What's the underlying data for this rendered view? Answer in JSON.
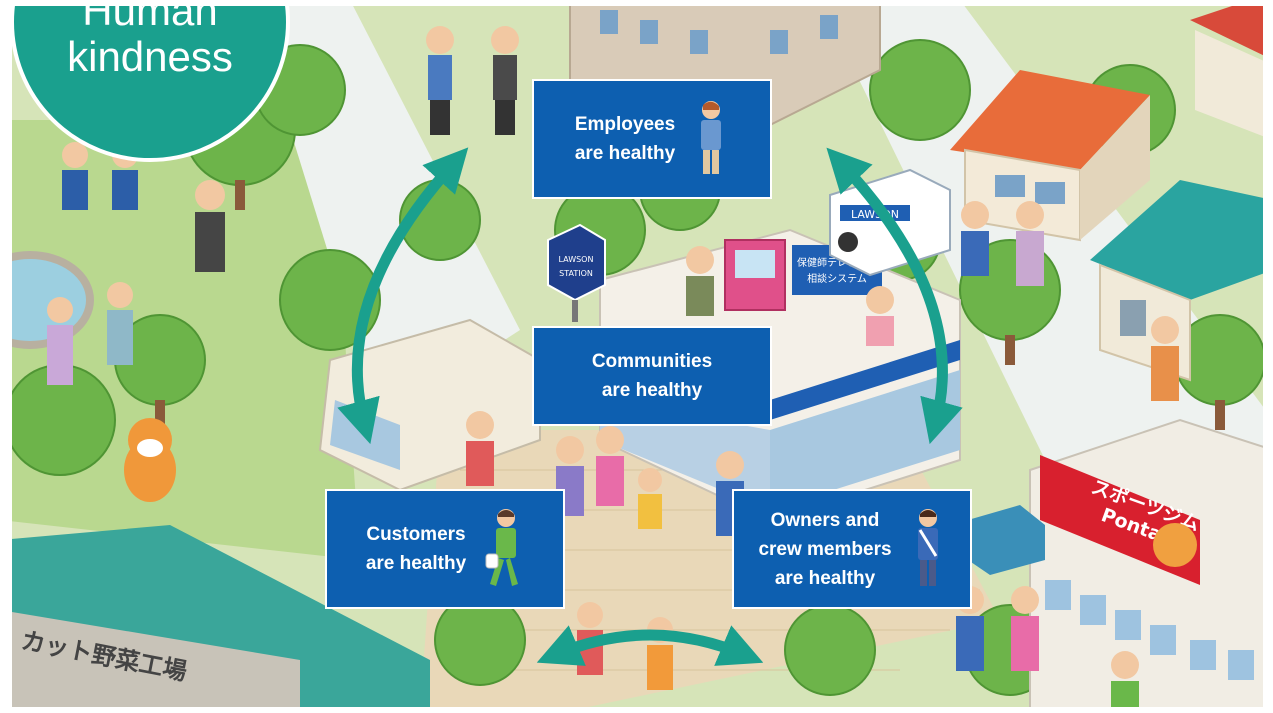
{
  "badge": {
    "line1": "Human",
    "line2": "kindness"
  },
  "nodes": {
    "employees": {
      "line1": "Employees",
      "line2": "are healthy",
      "icon": "employee-figure-icon"
    },
    "communities": {
      "line1": "Communities",
      "line2": "are healthy"
    },
    "customers": {
      "line1": "Customers",
      "line2": "are healthy",
      "icon": "customer-figure-icon"
    },
    "owners": {
      "line1": "Owners and",
      "line2": "crew members",
      "line3": "are healthy",
      "icon": "owner-figure-icon"
    }
  },
  "scene_signs": {
    "factory_sign": "カット野菜工場",
    "gym_sign_line1": "スポーツジム",
    "gym_sign_line2": "Ponta",
    "store_sign": "LAWSON",
    "station_sign_line1": "LAWSON",
    "station_sign_line2": "STATION",
    "kiosk_sign_line1": "保健師テレビ電話",
    "kiosk_sign_line2": "相談システム"
  },
  "colors": {
    "node_fill": "#0d5fb0",
    "arrow": "#1aa08e",
    "badge": "#1aa08e",
    "text": "#ffffff"
  }
}
